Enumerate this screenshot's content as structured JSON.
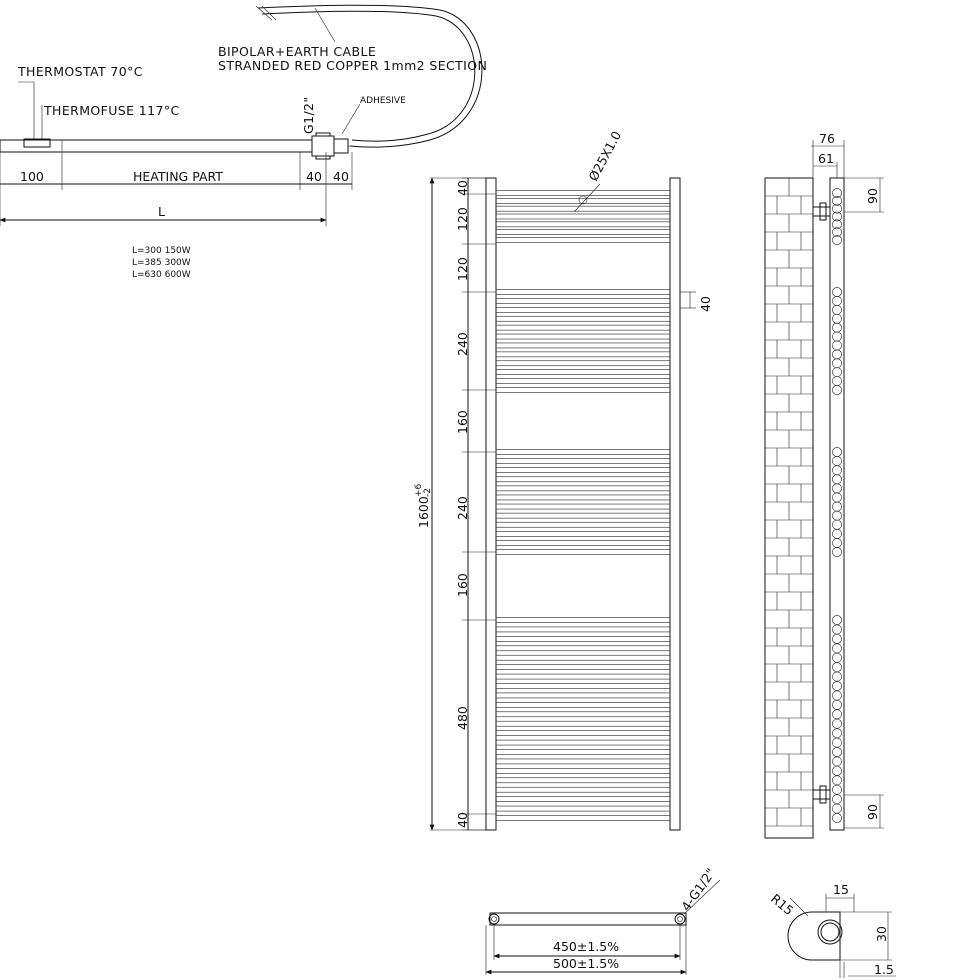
{
  "element": {
    "cable_label_1": "BIPOLAR+EARTH CABLE",
    "cable_label_2": "STRANDED RED COPPER 1mm2 SECTION",
    "thermostat": "THERMOSTAT 70°C",
    "thermofuse": "THERMOFUSE 117°C",
    "thread": "G1/2\"",
    "adhesive": "ADHESIVE",
    "dim_100": "100",
    "heating_part": "HEATING PART",
    "dim_40a": "40",
    "dim_40b": "40",
    "dim_L": "L",
    "power_table": [
      "L=300  150W",
      "L=385  300W",
      "L=630  600W"
    ]
  },
  "front": {
    "tube": "Ø25X1.0",
    "total_height": "1600",
    "tolerance_plus": "+6",
    "tolerance_minus": "-2",
    "left_dims": [
      "40",
      "120",
      "120",
      "240",
      "160",
      "240",
      "160",
      "480",
      "40"
    ],
    "right_dim": "40"
  },
  "side": {
    "dim_76": "76",
    "dim_61": "61",
    "dim_90_top": "90",
    "dim_90_bottom": "90"
  },
  "bottom": {
    "connections": "4-G1/2\"",
    "centers": "450±1.5%",
    "width": "500±1.5%"
  },
  "detail": {
    "radius": "R15",
    "dim_15": "15",
    "dim_30": "30",
    "dim_1_5": "1.5"
  }
}
